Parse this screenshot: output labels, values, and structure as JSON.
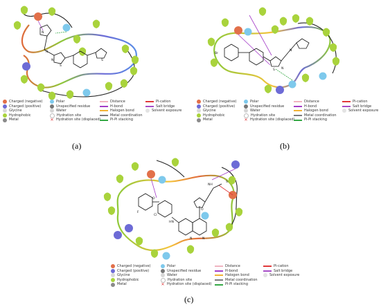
{
  "captions": {
    "a": "(a)",
    "b": "(b)",
    "c": "(c)"
  },
  "legend": {
    "col1": [
      {
        "label": "Charged (negative)",
        "color": "#e2704a",
        "kind": "dot"
      },
      {
        "label": "Charged (positive)",
        "color": "#6d6bd6",
        "kind": "dot"
      },
      {
        "label": "Glycine",
        "color": "#d8d8d8",
        "kind": "dot"
      },
      {
        "label": "Hydrophobic",
        "color": "#a9d33c",
        "kind": "dot"
      },
      {
        "label": "Metal",
        "color": "#8a8a8a",
        "kind": "dot"
      }
    ],
    "col2": [
      {
        "label": "Polar",
        "color": "#7ec9ec",
        "kind": "dot"
      },
      {
        "label": "Unspecified residue",
        "color": "#777777",
        "kind": "dot"
      },
      {
        "label": "Water",
        "color": "#d6d6d6",
        "kind": "dot"
      },
      {
        "label": "Hydration site",
        "color": "#ffffff",
        "kind": "dot"
      },
      {
        "label": "Hydration site (displaced)",
        "color": "#e0383a",
        "kind": "x"
      }
    ],
    "col3": [
      {
        "label": "Distance",
        "color": "#f0b3c0",
        "kind": "line"
      },
      {
        "label": "H-bond",
        "color": "#a33bc7",
        "kind": "line"
      },
      {
        "label": "Halogen bond",
        "color": "#f2b233",
        "kind": "line"
      },
      {
        "label": "Metal coordination",
        "color": "#7a7a7a",
        "kind": "line"
      },
      {
        "label": "Pi-Pi stacking",
        "color": "#35a845",
        "kind": "line"
      }
    ],
    "col4": [
      {
        "label": "Pi-cation",
        "color": "#e0383a",
        "kind": "line"
      },
      {
        "label": "Salt bridge",
        "color": "#a64cc7",
        "kind": "line"
      },
      {
        "label": "Solvent exposure",
        "color": "#e3e3e3",
        "kind": "dot"
      }
    ]
  },
  "structure_labels": {
    "a": {
      "n1": "N",
      "n2": "N",
      "n3": "N",
      "s1": "S",
      "s2": "S"
    },
    "b": {
      "n1": "N",
      "n2": "N",
      "br": "Br",
      "s1": "S"
    },
    "c": {
      "o1": "O",
      "o2": "O",
      "nh": "NH",
      "s1": "S",
      "cl": "Cl",
      "f": "F",
      "hn": "HN",
      "n1": "N",
      "n2": "N"
    }
  },
  "colors": {
    "hydrophobic": "#a9d33c",
    "polar": "#7ec9ec",
    "negative": "#e2704a",
    "positive": "#6d6bd6",
    "glycine": "#d8d8d8",
    "hbond": "#a33bc7",
    "pipi": "#35a845",
    "pocket_gradient": [
      "#8fc93a",
      "#f5c33b",
      "#e06a3b",
      "#6d6bd6",
      "#5a8ee6"
    ]
  }
}
